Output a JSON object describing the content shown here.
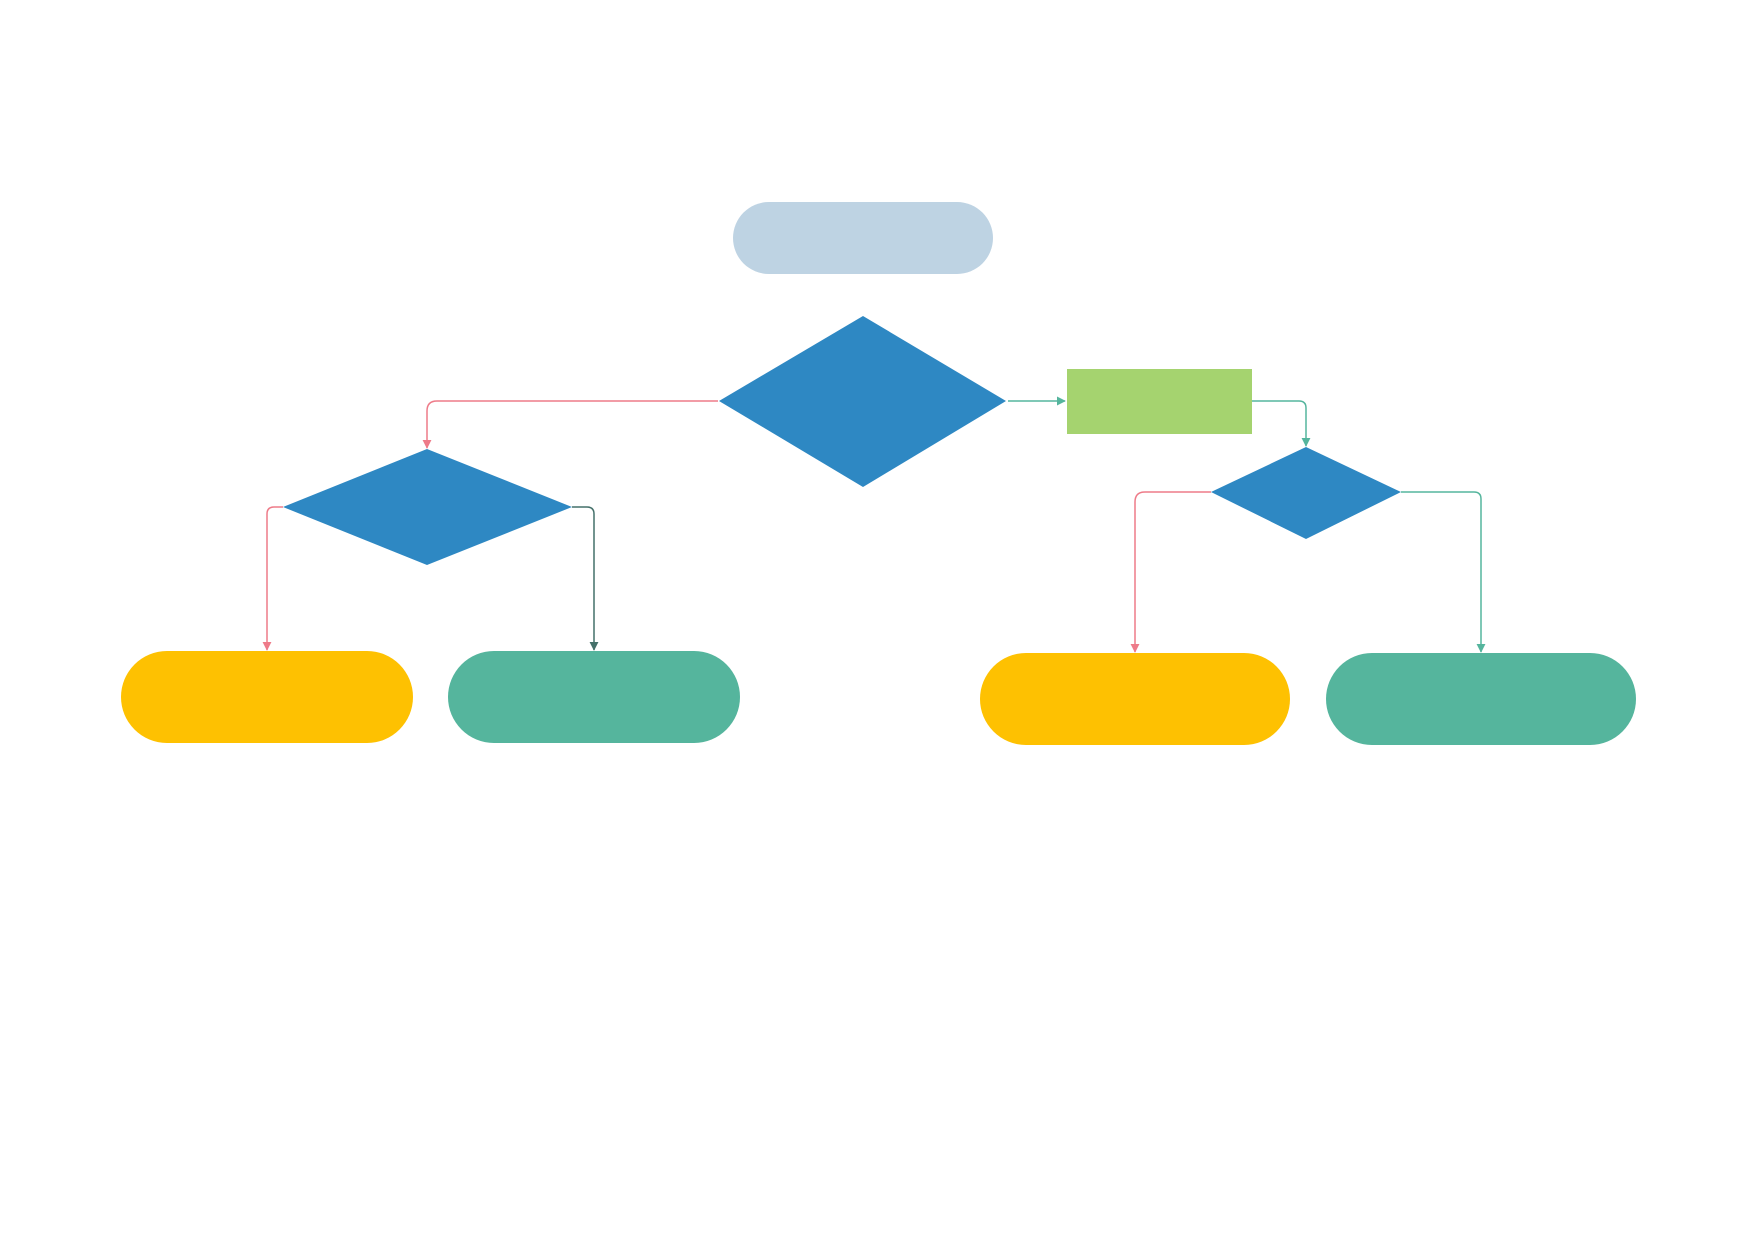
{
  "diagram": {
    "type": "flowchart",
    "title": "",
    "colors": {
      "background": "#ffffff",
      "start": "#bed3e3",
      "decision": "#2e88c3",
      "process": "#a5d36f",
      "outcome_yes": "#fec101",
      "outcome_no": "#55b59d",
      "connector_red": "#ee7b89",
      "connector_teal": "#55b59d",
      "connector_dark": "#44706a"
    },
    "nodes": [
      {
        "id": "start",
        "shape": "terminal",
        "label": "",
        "color_key": "start"
      },
      {
        "id": "decision-main",
        "shape": "diamond",
        "label": "",
        "color_key": "decision"
      },
      {
        "id": "process-1",
        "shape": "rectangle",
        "label": "",
        "color_key": "process"
      },
      {
        "id": "decision-left",
        "shape": "diamond",
        "label": "",
        "color_key": "decision"
      },
      {
        "id": "decision-right",
        "shape": "diamond",
        "label": "",
        "color_key": "decision"
      },
      {
        "id": "outcome-left-yellow",
        "shape": "terminal",
        "label": "",
        "color_key": "outcome_yes"
      },
      {
        "id": "outcome-left-green",
        "shape": "terminal",
        "label": "",
        "color_key": "outcome_no"
      },
      {
        "id": "outcome-right-yellow",
        "shape": "terminal",
        "label": "",
        "color_key": "outcome_yes"
      },
      {
        "id": "outcome-right-green",
        "shape": "terminal",
        "label": "",
        "color_key": "outcome_no"
      }
    ],
    "edges": [
      {
        "from": "decision-main",
        "to": "decision-left",
        "color_key": "connector_red",
        "label": ""
      },
      {
        "from": "decision-main",
        "to": "process-1",
        "color_key": "connector_teal",
        "label": ""
      },
      {
        "from": "process-1",
        "to": "decision-right",
        "color_key": "connector_teal",
        "label": ""
      },
      {
        "from": "decision-left",
        "to": "outcome-left-yellow",
        "color_key": "connector_red",
        "label": ""
      },
      {
        "from": "decision-left",
        "to": "outcome-left-green",
        "color_key": "connector_dark",
        "label": ""
      },
      {
        "from": "decision-right",
        "to": "outcome-right-yellow",
        "color_key": "connector_red",
        "label": ""
      },
      {
        "from": "decision-right",
        "to": "outcome-right-green",
        "color_key": "connector_teal",
        "label": ""
      }
    ]
  }
}
